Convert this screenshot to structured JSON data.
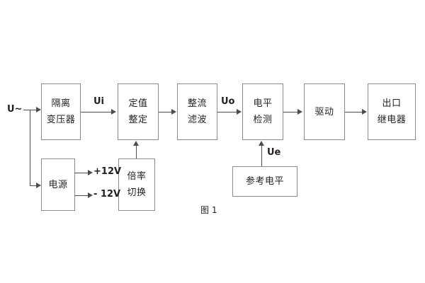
{
  "figure": {
    "caption": "图 1",
    "line_color": "#4d4d4d",
    "box_border_color": "#8b8b8b",
    "text_color": "#231f20",
    "background": "#ffffff"
  },
  "blocks": [
    {
      "id": "isolation-transformer",
      "lines": [
        "隔离",
        "变压器"
      ]
    },
    {
      "id": "power-supply",
      "lines": [
        "电源"
      ]
    },
    {
      "id": "setting-value",
      "lines": [
        "定值",
        "整定"
      ]
    },
    {
      "id": "multiplier-switch",
      "lines": [
        "倍率",
        "切换"
      ]
    },
    {
      "id": "rectify-filter",
      "lines": [
        "整流",
        "滤波"
      ]
    },
    {
      "id": "level-detection",
      "lines": [
        "电平",
        "检测"
      ]
    },
    {
      "id": "reference-level",
      "lines": [
        "参考电平"
      ]
    },
    {
      "id": "drive",
      "lines": [
        "驱动"
      ]
    },
    {
      "id": "output-relay",
      "lines": [
        "出口",
        "继电器"
      ]
    }
  ],
  "signal_labels": {
    "input_source": "U~",
    "ui": "Ui",
    "uo": "Uo",
    "ue": "Ue",
    "plus_12v": "+12V",
    "minus_12v": "- 12V"
  }
}
